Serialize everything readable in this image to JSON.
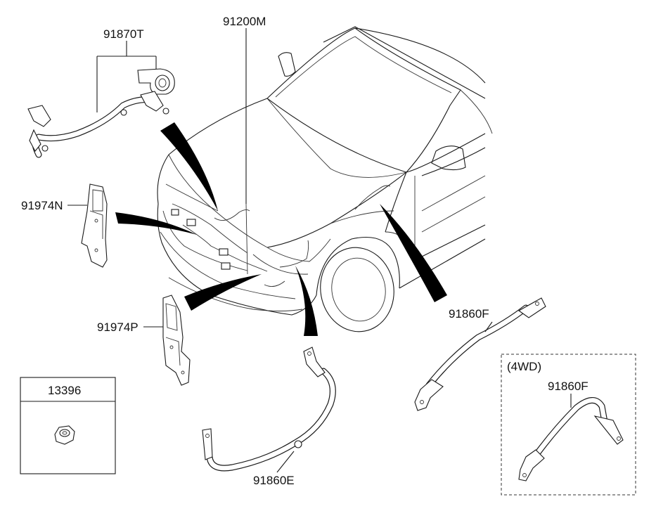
{
  "labels": {
    "p91870T": "91870T",
    "p91200M": "91200M",
    "p91974N": "91974N",
    "p91974P": "91974P",
    "p13396": "13396",
    "p91860E": "91860E",
    "p91860F_main": "91860F",
    "p91860F_4wd": "91860F",
    "variant_4wd": "(4WD)"
  },
  "colors": {
    "line": "#1a1a1a",
    "background": "#ffffff",
    "swoosh": "#000000"
  }
}
